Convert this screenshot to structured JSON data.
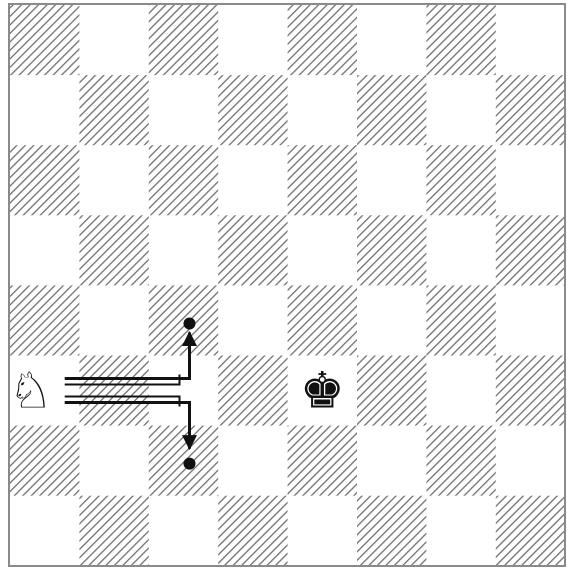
{
  "board": {
    "files": 8,
    "ranks": 8,
    "dark_square_style": "diagonal-hatch",
    "colors": {
      "light": "#ffffff",
      "hatch": "#6f6f6f",
      "border": "#8a8a8a",
      "ink": "#111111"
    }
  },
  "pieces": [
    {
      "name": "white-knight",
      "glyph": "♘",
      "square": "a3"
    },
    {
      "name": "black-king",
      "glyph": "♚",
      "square": "e3"
    }
  ],
  "move_paths": [
    {
      "from": "a3",
      "to": "c4",
      "direction": "up"
    },
    {
      "from": "a3",
      "to": "c2",
      "direction": "down"
    }
  ],
  "targets": [
    "c4",
    "c2"
  ]
}
